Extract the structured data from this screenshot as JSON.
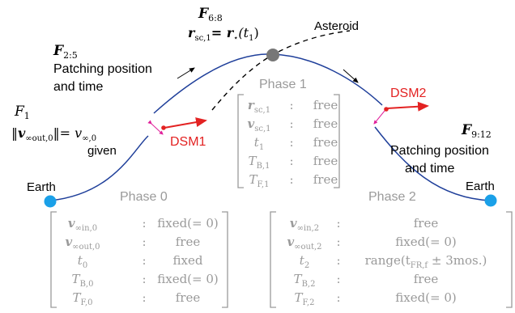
{
  "labels": {
    "asteroid": "Asteroid",
    "earth_left": "Earth",
    "earth_right": "Earth",
    "dsm1": "DSM1",
    "dsm2": "DSM2",
    "phase0": "Phase 0",
    "phase1": "Phase 1",
    "phase2": "Phase 2"
  },
  "constraints": {
    "f1": {
      "label": "F",
      "sub": "1",
      "eq_rhs": "= v",
      "eq_rhs_sub": "∞,0",
      "note": "given"
    },
    "f25": {
      "label": "F",
      "sub": "2:5",
      "line1": "Patching position",
      "line2": "and time"
    },
    "f68": {
      "label": "F",
      "sub": "6:8",
      "eq": "= r",
      "eq_star": "⋆",
      "eq_arg": "(t",
      "eq_arg_sub": "1",
      "eq_close": ")"
    },
    "f912": {
      "label": "F",
      "sub": "9:12",
      "line1": "Patching position",
      "line2": "and time"
    }
  },
  "phase1_table": {
    "rows": [
      {
        "var": "r",
        "sub": "sc,1",
        "bold": true,
        "sep": ":",
        "val": "free"
      },
      {
        "var": "v",
        "sub": "sc,1",
        "bold": true,
        "sep": ":",
        "val": "free"
      },
      {
        "var": "t",
        "sub": "1",
        "bold": false,
        "sep": ":",
        "val": "free"
      },
      {
        "var": "T",
        "sub": "B,1",
        "bold": false,
        "sep": ":",
        "val": "free"
      },
      {
        "var": "T",
        "sub": "F,1",
        "bold": false,
        "sep": ":",
        "val": "free"
      }
    ]
  },
  "phase0_table": {
    "rows": [
      {
        "var": "v",
        "sub": "∞in,0",
        "bold": true,
        "sep": ":",
        "val": "fixed(= 0)"
      },
      {
        "var": "v",
        "sub": "∞out,0",
        "bold": true,
        "sep": ":",
        "val": "free"
      },
      {
        "var": "t",
        "sub": "0",
        "bold": false,
        "sep": ":",
        "val": "fixed"
      },
      {
        "var": "T",
        "sub": "B,0",
        "bold": false,
        "sep": ":",
        "val": "fixed(= 0)"
      },
      {
        "var": "T",
        "sub": "F,0",
        "bold": false,
        "sep": ":",
        "val": "free"
      }
    ]
  },
  "phase2_table": {
    "rows": [
      {
        "var": "v",
        "sub": "∞in,2",
        "bold": true,
        "sep": ":",
        "val": "free"
      },
      {
        "var": "v",
        "sub": "∞out,2",
        "bold": true,
        "sep": ":",
        "val": "fixed(= 0)"
      },
      {
        "var": "t",
        "sub": "2",
        "bold": false,
        "sep": ":",
        "val": "range(t",
        "val_sub": "FR,f",
        "val_tail": " ± 3mos.)"
      },
      {
        "var": "T",
        "sub": "B,2",
        "bold": false,
        "sep": ":",
        "val": "free"
      },
      {
        "var": "T",
        "sub": "F,2",
        "bold": false,
        "sep": ":",
        "val": "fixed(= 0)"
      }
    ]
  },
  "colors": {
    "trajectory": "#1f3f9a",
    "earth": "#1aa0e8",
    "asteroid": "#777777",
    "dsm": "#e32222",
    "patch": "#e0209a",
    "phase_text": "#9a9a9a"
  }
}
